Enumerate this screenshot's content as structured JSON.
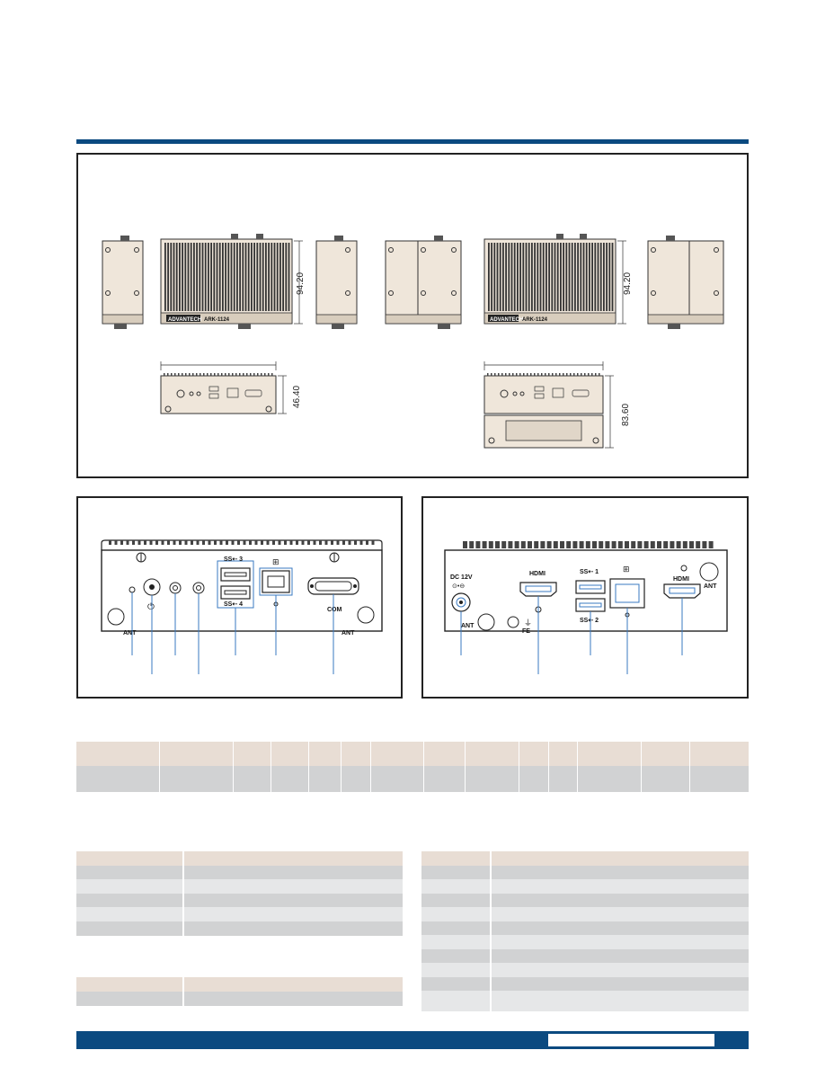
{
  "dimensions": {
    "height_1": "94.20",
    "height_2": "94.20",
    "depth_1": "46.40",
    "depth_2": "83.60"
  },
  "device": {
    "brand_label_1": "ADVANTECH",
    "model_label_1": "ARK-1124",
    "brand_label_2": "ADVANTECH",
    "model_label_2": "ARK-1124"
  },
  "front_panel": {
    "usb_top": "SS⇠ 3",
    "usb_bottom": "SS⇠ 4",
    "com": "COM",
    "ant_left": "ANT",
    "ant_right": "ANT"
  },
  "rear_panel": {
    "dc_label": "DC 12V",
    "dc_symbol": "⊙•⊖",
    "hdmi_1": "HDMI",
    "hdmi_2": "HDMI",
    "usb_1": "SS⇠ 1",
    "usb_2": "SS⇠ 2",
    "fe": "FE",
    "ant_left": "ANT",
    "ant_right": "ANT"
  },
  "colors": {
    "accent": "#0b4a80",
    "table_header": "#e8ddd4",
    "table_row_dark": "#d1d2d3",
    "table_row_light": "#e6e7e8",
    "chassis": "#efe6da"
  }
}
